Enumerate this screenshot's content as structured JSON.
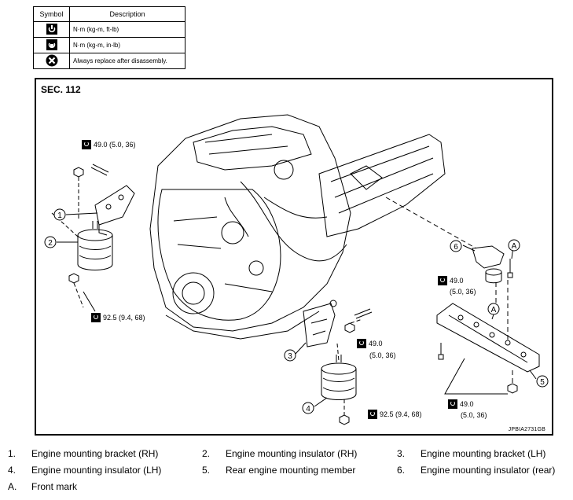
{
  "symbol_table": {
    "header_symbol": "Symbol",
    "header_description": "Description",
    "rows": [
      {
        "icon": "torque-wrench-icon",
        "description": "N·m (kg-m, ft-lb)"
      },
      {
        "icon": "torque-wrench-inlb-icon",
        "description": "N·m (kg-m, in-lb)"
      },
      {
        "icon": "replace-part-icon",
        "description": "Always replace after disassembly."
      }
    ]
  },
  "diagram": {
    "section": "SEC. 112",
    "figure_code": "JPBIA2731GB",
    "callouts": [
      "1",
      "2",
      "3",
      "4",
      "5",
      "6",
      "A",
      "A"
    ],
    "torques": [
      {
        "value": "49.0 (5.0, 36)"
      },
      {
        "value": "92.5 (9.4, 68)"
      },
      {
        "value": "49.0",
        "sub": "(5.0, 36)"
      },
      {
        "value": "49.0",
        "sub": "(5.0, 36)"
      },
      {
        "value": "92.5 (9.4, 68)"
      },
      {
        "value": "49.0",
        "sub": "(5.0, 36)"
      }
    ]
  },
  "legend": [
    {
      "num": "1.",
      "text": "Engine mounting bracket (RH)"
    },
    {
      "num": "2.",
      "text": "Engine mounting insulator (RH)"
    },
    {
      "num": "3.",
      "text": "Engine mounting bracket (LH)"
    },
    {
      "num": "4.",
      "text": "Engine mounting insulator (LH)"
    },
    {
      "num": "5.",
      "text": "Rear engine mounting member"
    },
    {
      "num": "6.",
      "text": "Engine mounting insulator (rear)"
    },
    {
      "num": "A.",
      "text": "Front mark"
    }
  ]
}
